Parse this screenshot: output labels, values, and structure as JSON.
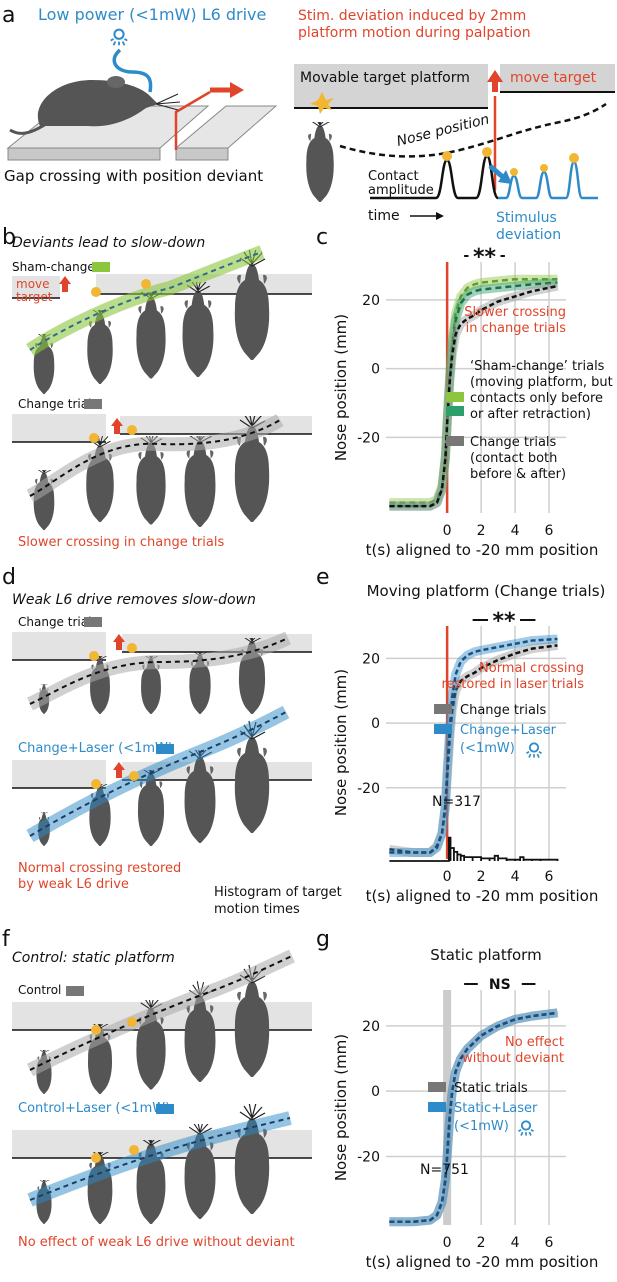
{
  "panels": {
    "a": {
      "label": "a",
      "laser_text": "Low power (<1mW) L6 drive",
      "caption": "Gap crossing with position deviant",
      "stim_title_1": "Stim. deviation induced by 2mm",
      "stim_title_2": "platform motion during palpation",
      "platform_label": "Movable target platform",
      "move_target": "move target",
      "nose_position": "Nose position",
      "contact_1": "Contact",
      "contact_2": "amplitude",
      "time_label": "time",
      "stimulus_1": "Stimulus",
      "stimulus_2": "deviation"
    },
    "b": {
      "label": "b",
      "title": "Deviants lead to slow-down",
      "sham_change": "Sham-change",
      "move_1": "move",
      "move_2": "target",
      "change_trial": "Change trial",
      "footer": "Slower crossing in change trials"
    },
    "d": {
      "label": "d",
      "title": "Weak L6 drive removes slow-down",
      "change_trial": "Change trial",
      "change_laser": "Change+Laser (<1mW)",
      "footer_1": "Normal crossing restored",
      "footer_2": "by weak L6 drive",
      "hist_1": "Histogram of target",
      "hist_2": "motion times"
    },
    "f": {
      "label": "f",
      "title": "Control: static platform",
      "control": "Control",
      "control_laser": "Control+Laser (<1mW)",
      "footer": "No effect of weak L6 drive without deviant"
    }
  },
  "chart_data": [
    {
      "panel": "c",
      "type": "line",
      "title": "",
      "xlabel": "t(s) aligned to -20 mm position",
      "ylabel": "Nose position (mm)",
      "xlim": [
        -3.6,
        7.0
      ],
      "ylim": [
        -42,
        31
      ],
      "xticks": [
        0,
        2,
        4,
        6
      ],
      "yticks": [
        20,
        0,
        -20
      ],
      "grid": true,
      "vline_x": 0,
      "significance": {
        "label": "**",
        "x_range": [
          1.0,
          3.4
        ]
      },
      "annotation_1": "Slower crossing",
      "annotation_2": "in change trials",
      "legend_sham_1": "‘Sham-change’ trials",
      "legend_sham_2": "(moving platform, but",
      "legend_sham_3": "contacts only before",
      "legend_sham_4": "or after retraction)",
      "legend_change_1": "Change trials",
      "legend_change_2": "(contact both",
      "legend_change_3": "before & after)",
      "colors": {
        "sham_light": "#8cc63f",
        "sham_dark": "#2e9e6b",
        "change": "#111111",
        "vline": "#e0452b"
      },
      "series": [
        {
          "name": "‘Sham-change’ trials",
          "style": "sham_light",
          "x": [
            -3.4,
            -2,
            -1,
            -0.6,
            -0.3,
            -0.1,
            0,
            0.15,
            0.3,
            0.5,
            0.8,
            1.2,
            1.6,
            2,
            3,
            4,
            5,
            6.5
          ],
          "y": [
            -39,
            -39,
            -39,
            -38,
            -34,
            -25,
            -15,
            -2,
            8,
            16,
            21,
            23.5,
            24.5,
            25,
            25.5,
            26,
            26,
            26
          ]
        },
        {
          "name": "‘Sham-change’ trials",
          "style": "sham_dark",
          "x": [
            -3.4,
            -2,
            -1,
            -0.6,
            -0.3,
            -0.1,
            0,
            0.15,
            0.3,
            0.5,
            0.8,
            1.2,
            1.6,
            2,
            3,
            4,
            5,
            6.5
          ],
          "y": [
            -40,
            -40,
            -40,
            -39,
            -35,
            -26,
            -16,
            -3,
            7,
            14,
            19,
            21.5,
            22.5,
            23,
            23.5,
            24,
            24.5,
            25
          ]
        },
        {
          "name": "Change trials",
          "style": "change",
          "x": [
            -3.4,
            -2,
            -1,
            -0.6,
            -0.3,
            -0.1,
            0,
            0.15,
            0.3,
            0.5,
            0.8,
            1.2,
            1.6,
            2,
            3,
            4,
            5,
            6.5
          ],
          "y": [
            -40,
            -40,
            -40,
            -39,
            -35,
            -26,
            -16,
            -4,
            4,
            10,
            13,
            14.5,
            15.5,
            17,
            19.5,
            21,
            22.5,
            24
          ]
        }
      ]
    },
    {
      "panel": "e",
      "type": "line",
      "title": "Moving platform (Change trials)",
      "xlabel": "t(s) aligned to -20 mm position",
      "ylabel": "Nose position (mm)",
      "xlim": [
        -3.6,
        7.0
      ],
      "ylim": [
        -42,
        30
      ],
      "xticks": [
        0,
        2,
        4,
        6
      ],
      "yticks": [
        20,
        0,
        -20
      ],
      "grid": true,
      "vline_x": 0,
      "significance": {
        "label": "**",
        "x_range": [
          1.5,
          5.2
        ]
      },
      "annotation_1": "Normal crossing",
      "annotation_2": "restored in laser trials",
      "n_label": "N=317",
      "legend_1": "Change trials",
      "legend_2": "Change+Laser",
      "legend_3": "(<1mW)",
      "colors": {
        "change": "#111111",
        "laser": "#2e8bc9",
        "vline": "#e0452b"
      },
      "series": [
        {
          "name": "Change trials",
          "style": "change",
          "x": [
            -3.4,
            -2,
            -1,
            -0.6,
            -0.3,
            -0.1,
            0,
            0.15,
            0.3,
            0.5,
            0.8,
            1.2,
            1.6,
            2,
            3,
            4,
            5,
            6.5
          ],
          "y": [
            -39,
            -40,
            -40,
            -38,
            -34,
            -26,
            -17,
            -5,
            4,
            10,
            13,
            14.5,
            15.5,
            17,
            19.5,
            21.5,
            23,
            24
          ]
        },
        {
          "name": "Change+Laser",
          "style": "laser",
          "x": [
            -3.4,
            -2,
            -1,
            -0.6,
            -0.3,
            -0.1,
            0,
            0.15,
            0.3,
            0.5,
            0.8,
            1.2,
            1.6,
            2,
            3,
            4,
            5,
            6.5
          ],
          "y": [
            -40,
            -40,
            -40,
            -38.5,
            -34,
            -25,
            -15,
            -2,
            8,
            15,
            19,
            21,
            22,
            22.5,
            23.5,
            24.5,
            25.5,
            26
          ]
        }
      ],
      "histogram": {
        "x": [
          -3.4,
          -0.3,
          0.1,
          0.2,
          0.4,
          0.6,
          0.8,
          1.0,
          1.5,
          2.0,
          2.5,
          2.8,
          3.0,
          3.5,
          4.0,
          4.3,
          4.5,
          5.0,
          5.5,
          6.5
        ],
        "count": [
          0,
          0,
          18,
          10,
          7,
          5,
          4,
          3,
          3,
          2,
          2,
          4,
          2,
          1,
          1,
          3,
          1,
          1,
          1,
          0
        ]
      }
    },
    {
      "panel": "g",
      "type": "line",
      "title": "Static platform",
      "xlabel": "t(s) aligned to -20 mm position",
      "ylabel": "Nose position (mm)",
      "xlim": [
        -3.6,
        7.0
      ],
      "ylim": [
        -41,
        31
      ],
      "xticks": [
        0,
        2,
        4,
        6
      ],
      "yticks": [
        20,
        0,
        -20
      ],
      "grid": true,
      "vline_x": 0,
      "significance": {
        "label": "NS",
        "x_range": [
          1.0,
          5.2
        ]
      },
      "annotation_1": "No effect",
      "annotation_2": "without deviant",
      "n_label": "N=751",
      "legend_1": "Static trials",
      "legend_2": "Static+Laser",
      "legend_3": "(<1mW)",
      "colors": {
        "static": "#111111",
        "laser": "#2e8bc9",
        "vline": "#cccccc"
      },
      "series": [
        {
          "name": "Static trials",
          "style": "change",
          "x": [
            -3.4,
            -2,
            -1,
            -0.6,
            -0.3,
            -0.1,
            0,
            0.15,
            0.3,
            0.5,
            0.8,
            1.2,
            1.6,
            2,
            3,
            4,
            5,
            6.5
          ],
          "y": [
            -40,
            -40,
            -39.5,
            -38,
            -34,
            -27,
            -20,
            -8,
            0,
            6,
            10,
            13,
            15,
            17,
            20,
            22,
            23,
            24
          ]
        },
        {
          "name": "Static+Laser",
          "style": "laser",
          "x": [
            -3.4,
            -2,
            -1,
            -0.6,
            -0.3,
            -0.1,
            0,
            0.15,
            0.3,
            0.5,
            0.8,
            1.2,
            1.6,
            2,
            3,
            4,
            5,
            6.5
          ],
          "y": [
            -40,
            -40,
            -39.5,
            -38,
            -34,
            -27,
            -20,
            -8,
            0,
            6,
            10,
            13,
            15,
            17,
            20,
            22,
            23,
            24
          ]
        }
      ]
    }
  ]
}
